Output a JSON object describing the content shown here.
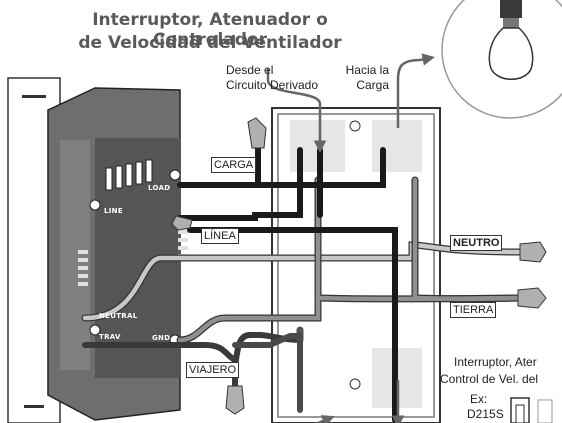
{
  "title": {
    "line1": "Interruptor, Atenuador o Controlador",
    "line2": "de Velocidad del Ventilador"
  },
  "annotations": {
    "from_branch_1": "Desde el",
    "from_branch_2": "Circuito Derivado",
    "to_load_1": "Hacia la",
    "to_load_2": "Carga"
  },
  "wire_labels": {
    "carga": "CARGA",
    "linea": "LÍNEA",
    "neutro": "NEUTRO",
    "tierra": "TIERRA",
    "viajero": "VIAJERO"
  },
  "switch_terminals": {
    "load": "LOAD",
    "line": "LINE",
    "neutral": "NEUTRAL",
    "trav": "TRAV",
    "gnd": "GND"
  },
  "remote": {
    "line1": "Interruptor, Ater",
    "line2": "Control de Vel. del",
    "model_1": "Ex:",
    "model_2": "D215S"
  },
  "colors": {
    "hot_wire": "#1a1a1a",
    "neutral_wire": "#b8b8b8",
    "ground_wire": "#8a8a8a",
    "title": "#5a5a5a",
    "arrow": "#666666"
  }
}
